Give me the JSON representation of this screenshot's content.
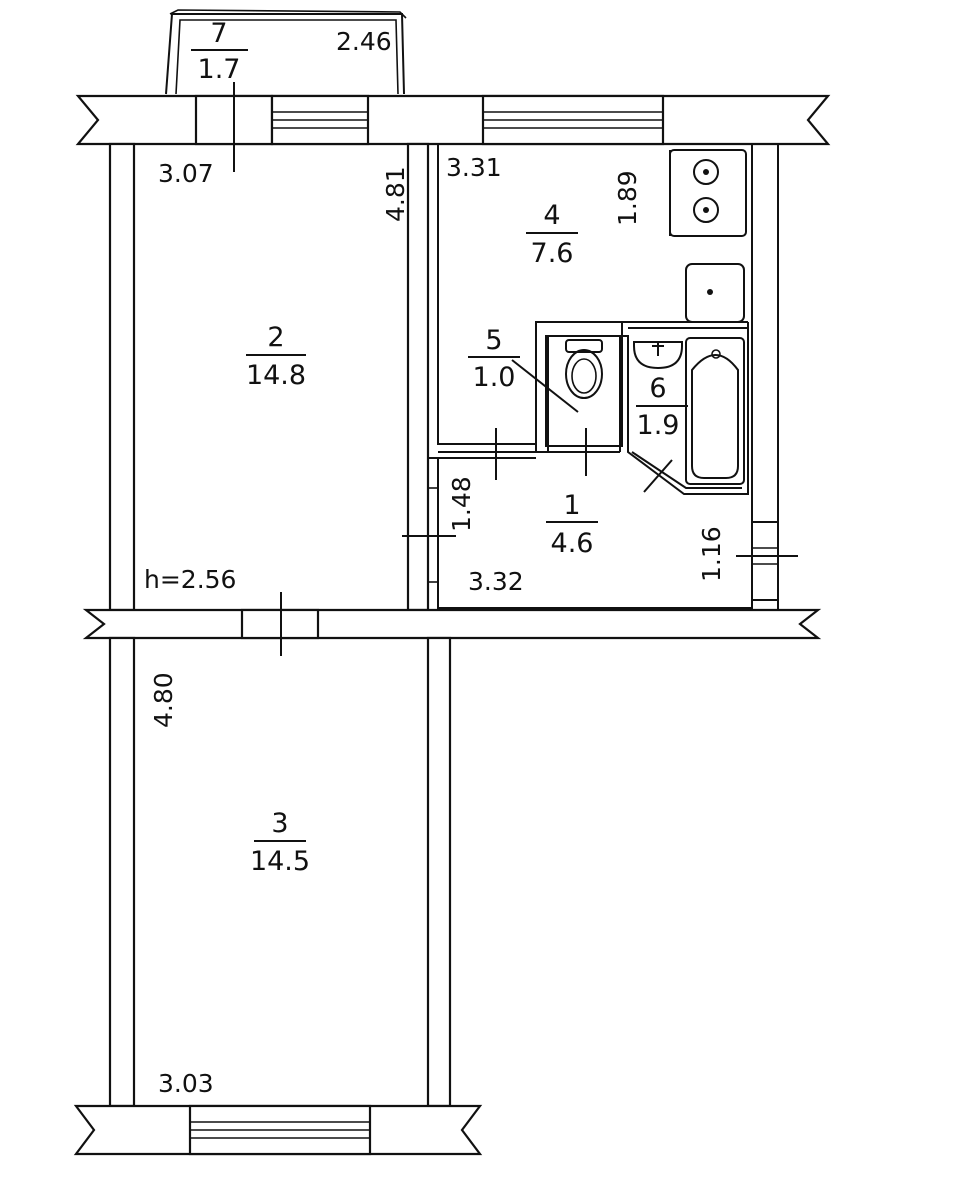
{
  "rooms": [
    {
      "num": "1",
      "area": "4.6"
    },
    {
      "num": "2",
      "area": "14.8"
    },
    {
      "num": "3",
      "area": "14.5"
    },
    {
      "num": "4",
      "area": "7.6"
    },
    {
      "num": "5",
      "area": "1.0"
    },
    {
      "num": "6",
      "area": "1.9"
    },
    {
      "num": "7",
      "area": "1.7"
    }
  ],
  "dimensions": {
    "balcony_width": "2.46",
    "room2_width": "3.07",
    "room2_length": "4.81",
    "kitchen_width": "3.31",
    "kitchen_length": "1.89",
    "hall_depth": "1.48",
    "hall_width": "3.32",
    "hall_side": "1.16",
    "ceiling_height": "h=2.56",
    "room3_length": "4.80",
    "room3_width": "3.03"
  }
}
